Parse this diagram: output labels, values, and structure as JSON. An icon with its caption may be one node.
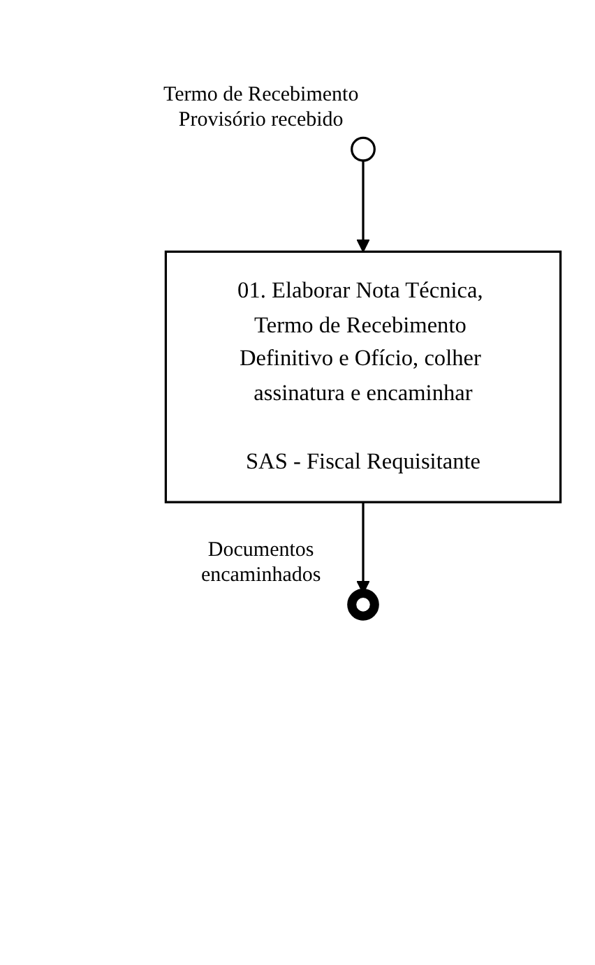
{
  "diagram": {
    "nodes": [
      {
        "text": [],
        "shape": "circle",
        "beside": [
          "Termo de Recebimento Provisório recebido"
        ]
      },
      {
        "text": [
          "01. Elaborar Nota Técnica, Termo de Recebimento Definitivo e Ofício, colher assinatura e encaminhar",
          "SAS - Fiscal Requisitante"
        ]
      },
      {
        "text": [],
        "shape": "circle",
        "beside": [
          "Documentos encaminhados"
        ]
      }
    ],
    "edges": [
      {
        "from": 0,
        "to": 1,
        "arrow": "to"
      },
      {
        "from": 1,
        "to": 2,
        "arrow": "to"
      }
    ]
  }
}
